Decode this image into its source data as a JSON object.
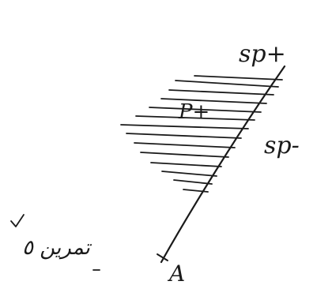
{
  "diagram": {
    "labels": {
      "sp_plus": "sp+",
      "sp_minus": "sp-",
      "p_plus": "P+",
      "point_a": "A",
      "caption_arabic": "تمرين ٥"
    }
  }
}
